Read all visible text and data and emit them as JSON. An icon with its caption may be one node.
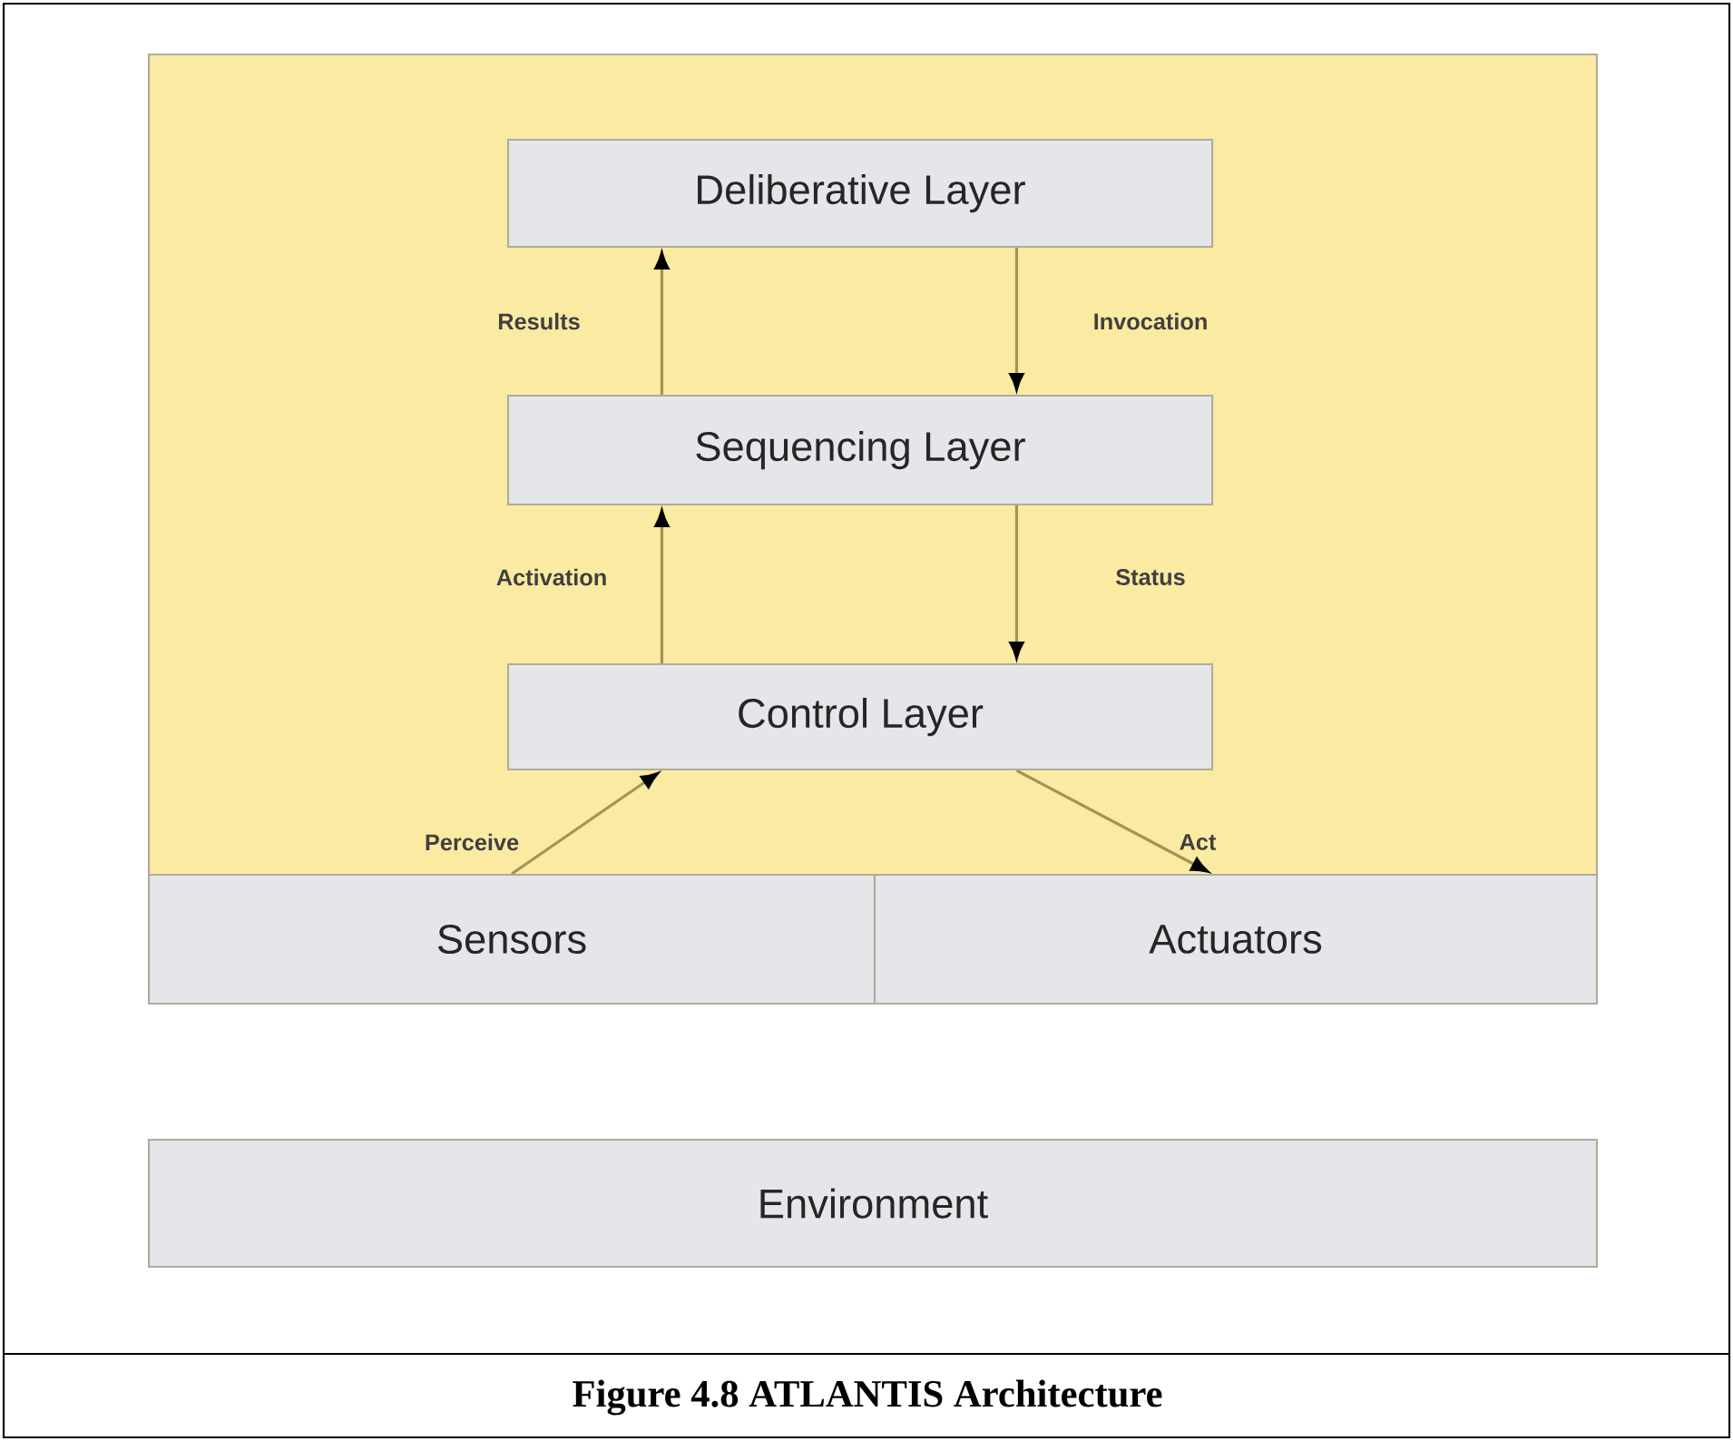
{
  "diagram": {
    "caption": "Figure 4.8 ATLANTIS Architecture",
    "nodes": [
      {
        "text": [
          "Deliberative Layer"
        ]
      },
      {
        "text": [
          "Sequencing Layer"
        ]
      },
      {
        "text": [
          "Control Layer"
        ]
      },
      {
        "text": [
          "Sensors"
        ]
      },
      {
        "text": [
          "Actuators"
        ]
      },
      {
        "text": [
          "Environment"
        ]
      }
    ],
    "edges": [
      {
        "from": 1,
        "to": 0,
        "arrow": "to",
        "label": "Results"
      },
      {
        "from": 0,
        "to": 1,
        "arrow": "to",
        "label": "Invocation"
      },
      {
        "from": 2,
        "to": 1,
        "arrow": "to",
        "label": "Activation"
      },
      {
        "from": 1,
        "to": 2,
        "arrow": "to",
        "label": "Status"
      },
      {
        "from": 3,
        "to": 2,
        "arrow": "to",
        "label": "Perceive"
      },
      {
        "from": 2,
        "to": 4,
        "arrow": "to",
        "label": "Act"
      }
    ]
  }
}
